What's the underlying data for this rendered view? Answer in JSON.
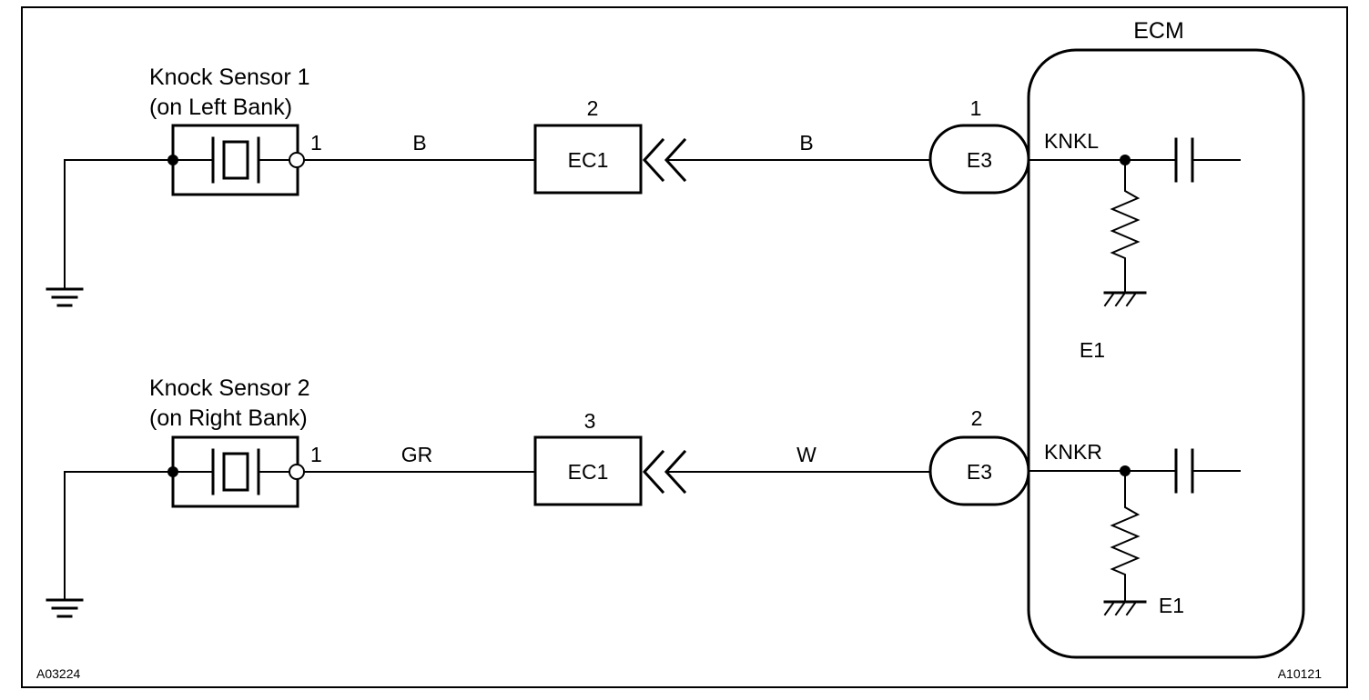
{
  "colors": {
    "ink": "#000000",
    "paper": "#ffffff"
  },
  "footer": {
    "left_code": "A03224",
    "right_code": "A10121"
  },
  "ecm": {
    "title": "ECM",
    "ground_label_top": "E1",
    "ground_label_bottom": "E1"
  },
  "circuits": [
    {
      "sensor_name": "Knock Sensor 1",
      "sensor_location": "(on Left Bank)",
      "sensor_pin": "1",
      "wire_color_sensor_side": "B",
      "connector_pin": "2",
      "connector_label": "EC1",
      "wire_color_ecm_side": "B",
      "ecm_connector_pin": "1",
      "ecm_connector_label": "E3",
      "ecm_terminal": "KNKL"
    },
    {
      "sensor_name": "Knock Sensor 2",
      "sensor_location": "(on Right Bank)",
      "sensor_pin": "1",
      "wire_color_sensor_side": "GR",
      "connector_pin": "3",
      "connector_label": "EC1",
      "wire_color_ecm_side": "W",
      "ecm_connector_pin": "2",
      "ecm_connector_label": "E3",
      "ecm_terminal": "KNKR"
    }
  ]
}
